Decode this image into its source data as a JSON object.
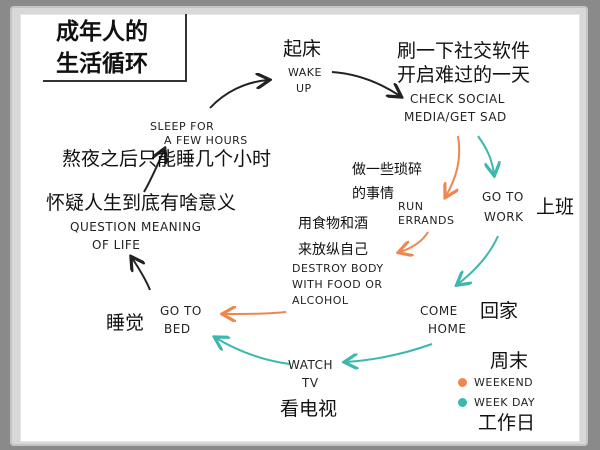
{
  "title": {
    "line1": "成年人的",
    "line2": "生活循环"
  },
  "colors": {
    "weekend": "#f0864f",
    "weekday": "#3cb8ad",
    "ink": "#222222"
  },
  "nodes": {
    "wake_up": {
      "en_1": "WAKE",
      "en_2": "UP",
      "cn": "起床"
    },
    "check_social": {
      "en_1": "CHECK SOCIAL",
      "en_2": "MEDIA/GET SAD",
      "cn_1": "刷一下社交软件",
      "cn_2": "开启难过的一天"
    },
    "go_to_work": {
      "en_1": "GO TO",
      "en_2": "WORK",
      "cn": "上班"
    },
    "run_errands": {
      "en_1": "RUN",
      "en_2": "ERRANDS",
      "cn_1": "做一些琐碎",
      "cn_2": "的事情"
    },
    "destroy_body": {
      "en_1": "DESTROY BODY",
      "en_2": "WITH FOOD OR",
      "en_3": "ALCOHOL",
      "cn_1": "用食物和酒",
      "cn_2": "来放纵自己"
    },
    "come_home": {
      "en_1": "COME",
      "en_2": "HOME",
      "cn": "回家"
    },
    "watch_tv": {
      "en_1": "WATCH",
      "en_2": "TV",
      "cn": "看电视"
    },
    "go_to_bed": {
      "en_1": "GO TO",
      "en_2": "BED",
      "cn": "睡觉"
    },
    "question_meaning": {
      "en_1": "QUESTION MEANING",
      "en_2": "OF LIFE",
      "cn": "怀疑人生到底有啥意义"
    },
    "sleep_few_hours": {
      "en_1": "SLEEP FOR",
      "en_2": "A FEW HOURS",
      "cn": "熬夜之后只能睡几个小时"
    }
  },
  "legend": {
    "weekend_en": "WEEKEND",
    "weekend_cn": "周末",
    "weekday_en": "WEEK DAY",
    "weekday_cn": "工作日"
  }
}
